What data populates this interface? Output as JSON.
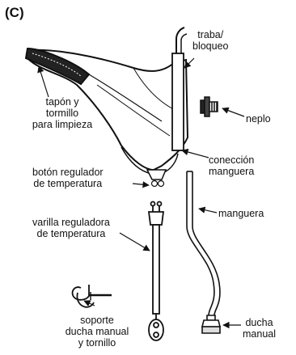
{
  "panel_label": "(C)",
  "labels": {
    "traba": [
      "traba/",
      "bloqueo"
    ],
    "tapon": [
      "tapón y",
      "tormillo",
      "para limpieza"
    ],
    "neplo": [
      "neplo"
    ],
    "conexion": [
      "conección",
      "manguera"
    ],
    "boton": [
      "botón regulador",
      "de temperatura"
    ],
    "manguera": [
      "manguera"
    ],
    "varilla": [
      "varilla reguladora",
      "de temperatura"
    ],
    "soporte": [
      "soporte",
      "ducha manual",
      "y tornillo"
    ],
    "ducha": [
      "ducha",
      "manual"
    ]
  }
}
